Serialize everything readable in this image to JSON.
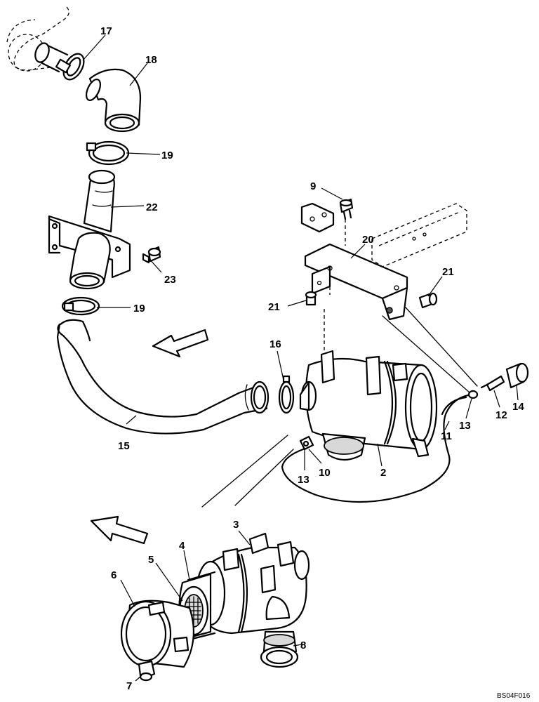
{
  "callouts": {
    "c2": "2",
    "c3": "3",
    "c4": "4",
    "c5": "5",
    "c6": "6",
    "c7": "7",
    "c8": "8",
    "c9": "9",
    "c10": "10",
    "c11": "11",
    "c12": "12",
    "c13a": "13",
    "c13b": "13",
    "c14": "14",
    "c15": "15",
    "c16": "16",
    "c17": "17",
    "c18": "18",
    "c19a": "19",
    "c19b": "19",
    "c20": "20",
    "c21a": "21",
    "c21b": "21",
    "c22": "22",
    "c23": "23"
  },
  "drawing_code": "BS04F016"
}
